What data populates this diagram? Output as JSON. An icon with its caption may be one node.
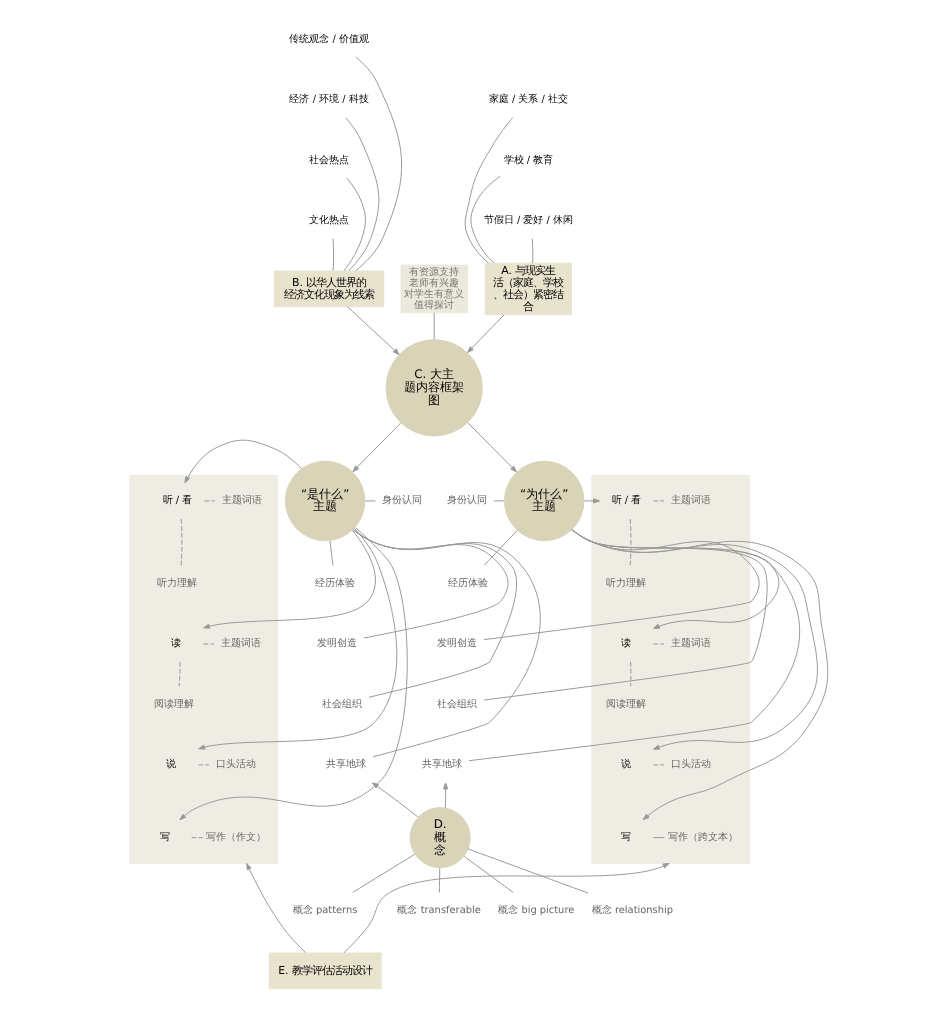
{
  "diagram": {
    "nodes": [
      {
        "text": [
          "A. 与现实生活（家庭、学校、社会）紧密结合"
        ]
      },
      {
        "text": [
          "家庭 / 关系 / 社交"
        ]
      },
      {
        "text": [
          "学校 / 教育"
        ]
      },
      {
        "text": [
          "节假日 / 爱好 / 休闲"
        ]
      },
      {
        "text": [
          "传统观念 / 价值观"
        ]
      },
      {
        "text": [
          "经济 / 环境 / 科技"
        ]
      },
      {
        "text": [
          "社会热点"
        ]
      },
      {
        "text": [
          "文化热点"
        ]
      },
      {
        "text": [
          "B. 以华人世界的经济文化现象为线索"
        ]
      },
      {
        "text": [
          "有资源支持",
          "老师有兴趣",
          "对学生有意义",
          "值得探讨"
        ]
      },
      {
        "text": [
          "C. 大主题内容框架图"
        ]
      },
      {
        "text": [],
        "shape": "box"
      },
      {
        "text": [
          "听 / 看"
        ],
        "in": 11
      },
      {
        "text": [
          "主题词语"
        ],
        "in": 11
      },
      {
        "text": [
          "听力理解"
        ],
        "in": 11
      },
      {
        "text": [
          "读"
        ],
        "in": 11
      },
      {
        "text": [
          "主题词语"
        ],
        "in": 11
      },
      {
        "text": [
          "阅读理解"
        ],
        "in": 11
      },
      {
        "text": [
          "说"
        ],
        "in": 11
      },
      {
        "text": [
          "口头活动"
        ],
        "in": 11
      },
      {
        "text": [
          "写"
        ],
        "in": 11
      },
      {
        "text": [
          "写作（作文）"
        ],
        "in": 11
      },
      {
        "text": [
          "“是什么”主题"
        ]
      },
      {
        "text": [
          "身份认同"
        ]
      },
      {
        "text": [
          "经历体验"
        ]
      },
      {
        "text": [
          "发明创造"
        ]
      },
      {
        "text": [
          "社会组织"
        ]
      },
      {
        "text": [
          "共享地球"
        ]
      },
      {
        "text": [
          "身份认同"
        ]
      },
      {
        "text": [
          "经历体验"
        ]
      },
      {
        "text": [
          "发明创造"
        ]
      },
      {
        "text": [
          "社会组织"
        ]
      },
      {
        "text": [
          "共享地球"
        ]
      },
      {
        "text": [
          "“为什么”主题"
        ]
      },
      {
        "text": [],
        "shape": "box"
      },
      {
        "text": [
          "听 / 看"
        ],
        "in": 34
      },
      {
        "text": [
          "主题词语"
        ],
        "in": 34
      },
      {
        "text": [
          "听力理解"
        ],
        "in": 34
      },
      {
        "text": [
          "读"
        ],
        "in": 34
      },
      {
        "text": [
          "主题词语"
        ],
        "in": 34
      },
      {
        "text": [
          "阅读理解"
        ],
        "in": 34
      },
      {
        "text": [
          "说"
        ],
        "in": 34
      },
      {
        "text": [
          "口头活动"
        ],
        "in": 34
      },
      {
        "text": [
          "写"
        ],
        "in": 34
      },
      {
        "text": [
          "写作（跨文本）"
        ],
        "in": 34
      },
      {
        "text": [
          "D. 概念"
        ]
      },
      {
        "text": [
          "概念 transferable"
        ]
      },
      {
        "text": [
          "概念 big picture"
        ]
      },
      {
        "text": [
          "概念 relationship"
        ]
      },
      {
        "text": [
          "概念 patterns"
        ]
      },
      {
        "text": [
          "E. 教学评估活动设计"
        ]
      }
    ],
    "edges": [
      {
        "from": 0,
        "to": 1,
        "arrow": "none"
      },
      {
        "from": 0,
        "to": 2,
        "arrow": "none"
      },
      {
        "from": 0,
        "to": 3,
        "arrow": "none"
      },
      {
        "from": 8,
        "to": 4,
        "arrow": "none"
      },
      {
        "from": 8,
        "to": 5,
        "arrow": "none"
      },
      {
        "from": 8,
        "to": 6,
        "arrow": "none"
      },
      {
        "from": 8,
        "to": 7,
        "arrow": "none"
      },
      {
        "from": 0,
        "to": 10,
        "arrow": "to"
      },
      {
        "from": 8,
        "to": 10,
        "arrow": "to"
      },
      {
        "from": 9,
        "to": 10,
        "arrow": "none"
      },
      {
        "from": 10,
        "to": 22,
        "arrow": "to"
      },
      {
        "from": 10,
        "to": 33,
        "arrow": "to"
      },
      {
        "from": 22,
        "to": 12,
        "arrow": "to"
      },
      {
        "from": 22,
        "to": 15,
        "arrow": "to"
      },
      {
        "from": 22,
        "to": 18,
        "arrow": "to"
      },
      {
        "from": 22,
        "to": 20,
        "arrow": "to"
      },
      {
        "from": 12,
        "to": 13,
        "arrow": "none",
        "style": "dashed"
      },
      {
        "from": 12,
        "to": 14,
        "arrow": "none",
        "style": "dashed"
      },
      {
        "from": 15,
        "to": 16,
        "arrow": "none",
        "style": "dashed"
      },
      {
        "from": 15,
        "to": 17,
        "arrow": "none",
        "style": "dashed"
      },
      {
        "from": 18,
        "to": 19,
        "arrow": "none",
        "style": "dashed"
      },
      {
        "from": 20,
        "to": 21,
        "arrow": "none",
        "style": "dashed"
      },
      {
        "from": 22,
        "to": 23,
        "arrow": "none"
      },
      {
        "from": 22,
        "to": 24,
        "arrow": "none"
      },
      {
        "from": 22,
        "to": 25,
        "arrow": "none"
      },
      {
        "from": 22,
        "to": 26,
        "arrow": "none"
      },
      {
        "from": 22,
        "to": 27,
        "arrow": "none"
      },
      {
        "from": 33,
        "to": 28,
        "arrow": "none"
      },
      {
        "from": 33,
        "to": 29,
        "arrow": "none"
      },
      {
        "from": 33,
        "to": 30,
        "arrow": "none"
      },
      {
        "from": 33,
        "to": 31,
        "arrow": "none"
      },
      {
        "from": 33,
        "to": 32,
        "arrow": "none"
      },
      {
        "from": 33,
        "to": 35,
        "arrow": "to"
      },
      {
        "from": 33,
        "to": 38,
        "arrow": "to"
      },
      {
        "from": 33,
        "to": 41,
        "arrow": "to"
      },
      {
        "from": 33,
        "to": 43,
        "arrow": "to"
      },
      {
        "from": 35,
        "to": 36,
        "arrow": "none",
        "style": "dashed"
      },
      {
        "from": 35,
        "to": 37,
        "arrow": "none",
        "style": "dashed"
      },
      {
        "from": 38,
        "to": 39,
        "arrow": "none",
        "style": "dashed"
      },
      {
        "from": 38,
        "to": 40,
        "arrow": "none",
        "style": "dashed"
      },
      {
        "from": 41,
        "to": 42,
        "arrow": "none",
        "style": "dashed"
      },
      {
        "from": 43,
        "to": 44,
        "arrow": "none"
      },
      {
        "from": 45,
        "to": 27,
        "arrow": "to"
      },
      {
        "from": 45,
        "to": 32,
        "arrow": "to"
      },
      {
        "from": 45,
        "to": 46,
        "arrow": "none"
      },
      {
        "from": 45,
        "to": 47,
        "arrow": "none"
      },
      {
        "from": 45,
        "to": 48,
        "arrow": "none"
      },
      {
        "from": 45,
        "to": 49,
        "arrow": "none"
      },
      {
        "from": 50,
        "to": 11,
        "arrow": "to"
      },
      {
        "from": 50,
        "to": 34,
        "arrow": "to"
      }
    ]
  }
}
